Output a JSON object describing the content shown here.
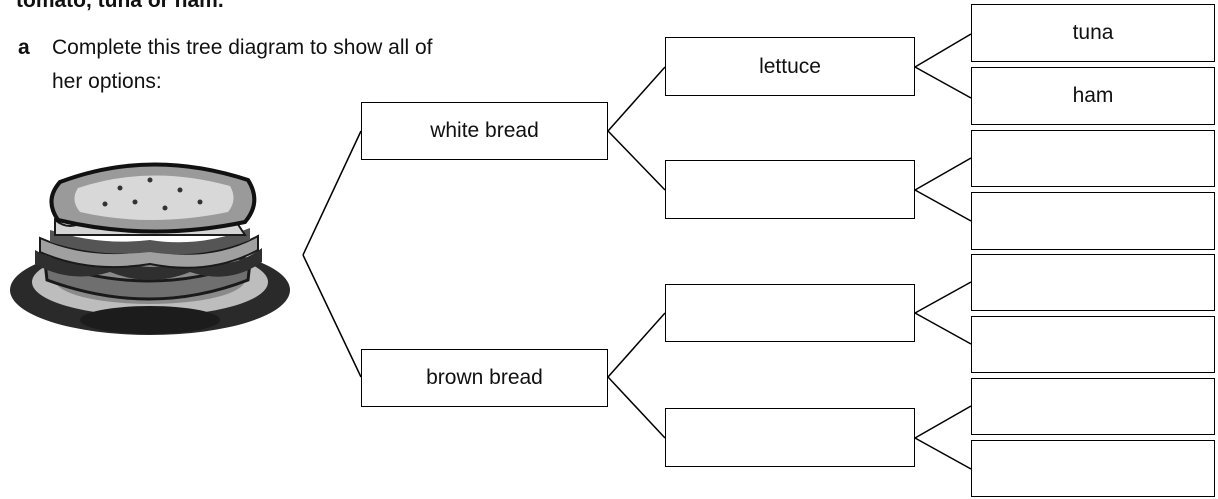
{
  "heading": "tomato, tuna or ham.",
  "question": {
    "letter": "a",
    "line1": "Complete this tree diagram to show all of",
    "line2": "her options:"
  },
  "tree": {
    "level1": [
      "white bread",
      "brown bread"
    ],
    "level2": [
      "lettuce",
      "",
      "",
      ""
    ],
    "level3": [
      "tuna",
      "ham",
      "",
      "",
      "",
      "",
      "",
      ""
    ]
  },
  "image": {
    "icon": "sandwich-clipart"
  }
}
